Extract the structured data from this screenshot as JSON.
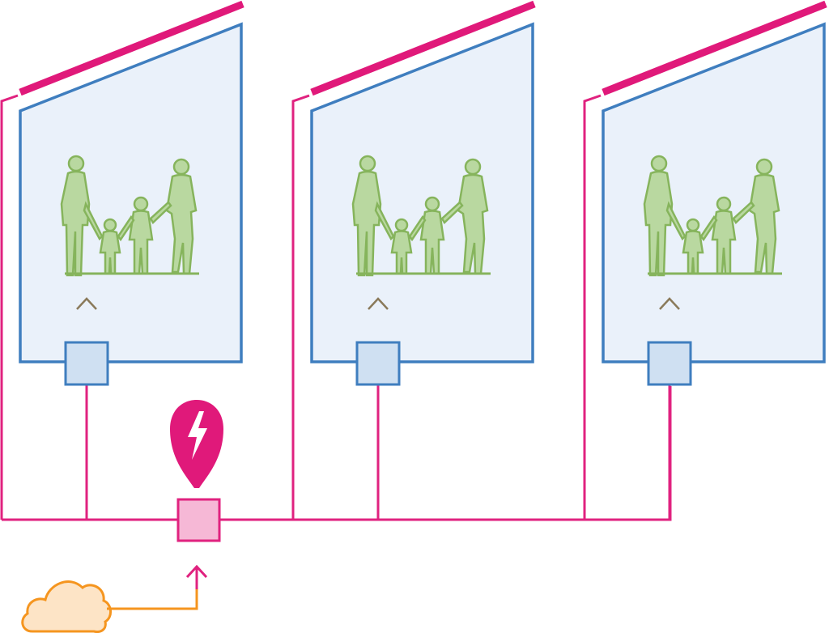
{
  "colors": {
    "grid_line": "#e0227f",
    "panel_bar": "#e0197a",
    "house_stroke": "#3f7ebf",
    "house_fill": "#eaf1fa",
    "unit_fill": "#cfe0f2",
    "family_fill": "#b9d8a0",
    "family_stroke": "#86b45c",
    "hub_fill": "#f6b8d6",
    "pin_fill": "#e0197a",
    "bolt": "#ffffff",
    "cloud_stroke": "#f5951f",
    "cloud_fill": "#fde4c6",
    "arrow_up": "#8a7a5a"
  },
  "icons": {
    "panel": "solar-panel-bar",
    "unit": "inverter-box",
    "household": "family-icon",
    "hub": "grid-hub-box",
    "pin": "lightning-pin-icon",
    "source": "cloud-icon"
  },
  "households": 3
}
